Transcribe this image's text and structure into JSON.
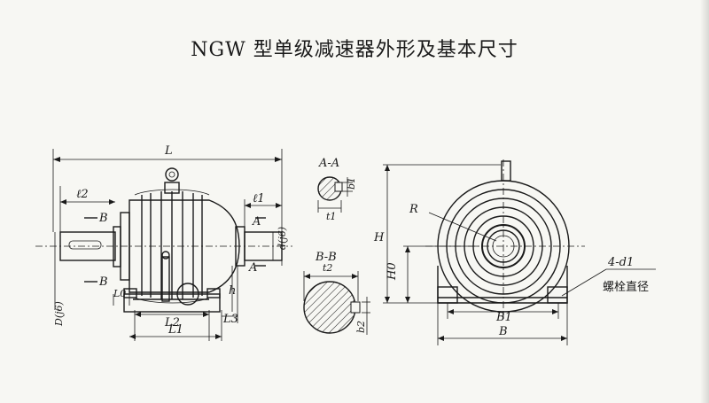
{
  "title": "NGW 型单级减速器外形及基本尺寸",
  "labels": {
    "L": "L",
    "l2": "ℓ2",
    "B_top": "B",
    "B_bottom": "B",
    "D": "D(j6)",
    "L0": "L0",
    "L2": "L2",
    "L1": "L1",
    "L3": "L3",
    "l1": "ℓ1",
    "A_top": "A",
    "A_bottom": "A",
    "d": "d(j6)",
    "h": "h",
    "AA": "A-A",
    "b1": "b1",
    "t1": "t1",
    "BB": "B-B",
    "t2": "t2",
    "b2": "b2",
    "R": "R",
    "H": "H",
    "H0": "H0",
    "B1": "B1",
    "B": "B",
    "d1": "4-d1",
    "bolt": "螺栓直径"
  }
}
